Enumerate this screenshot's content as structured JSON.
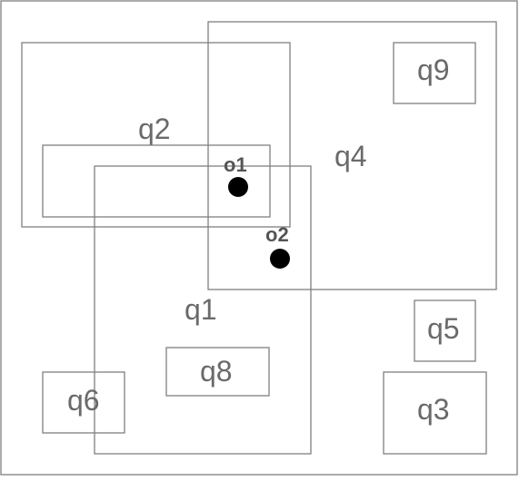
{
  "diagram": {
    "regions": [
      {
        "id": "q2",
        "label": "q2"
      },
      {
        "id": "q4",
        "label": "q4"
      },
      {
        "id": "q9",
        "label": "q9"
      },
      {
        "id": "q1",
        "label": "q1"
      },
      {
        "id": "q5",
        "label": "q5"
      },
      {
        "id": "q8",
        "label": "q8"
      },
      {
        "id": "q6",
        "label": "q6"
      },
      {
        "id": "q3",
        "label": "q3"
      },
      {
        "id": "q2-inner",
        "label": ""
      }
    ],
    "points": [
      {
        "id": "o1",
        "label": "o1"
      },
      {
        "id": "o2",
        "label": "o2"
      }
    ],
    "colors": {
      "border": "#808080",
      "label": "#6a6a6a",
      "point": "#000000"
    }
  }
}
